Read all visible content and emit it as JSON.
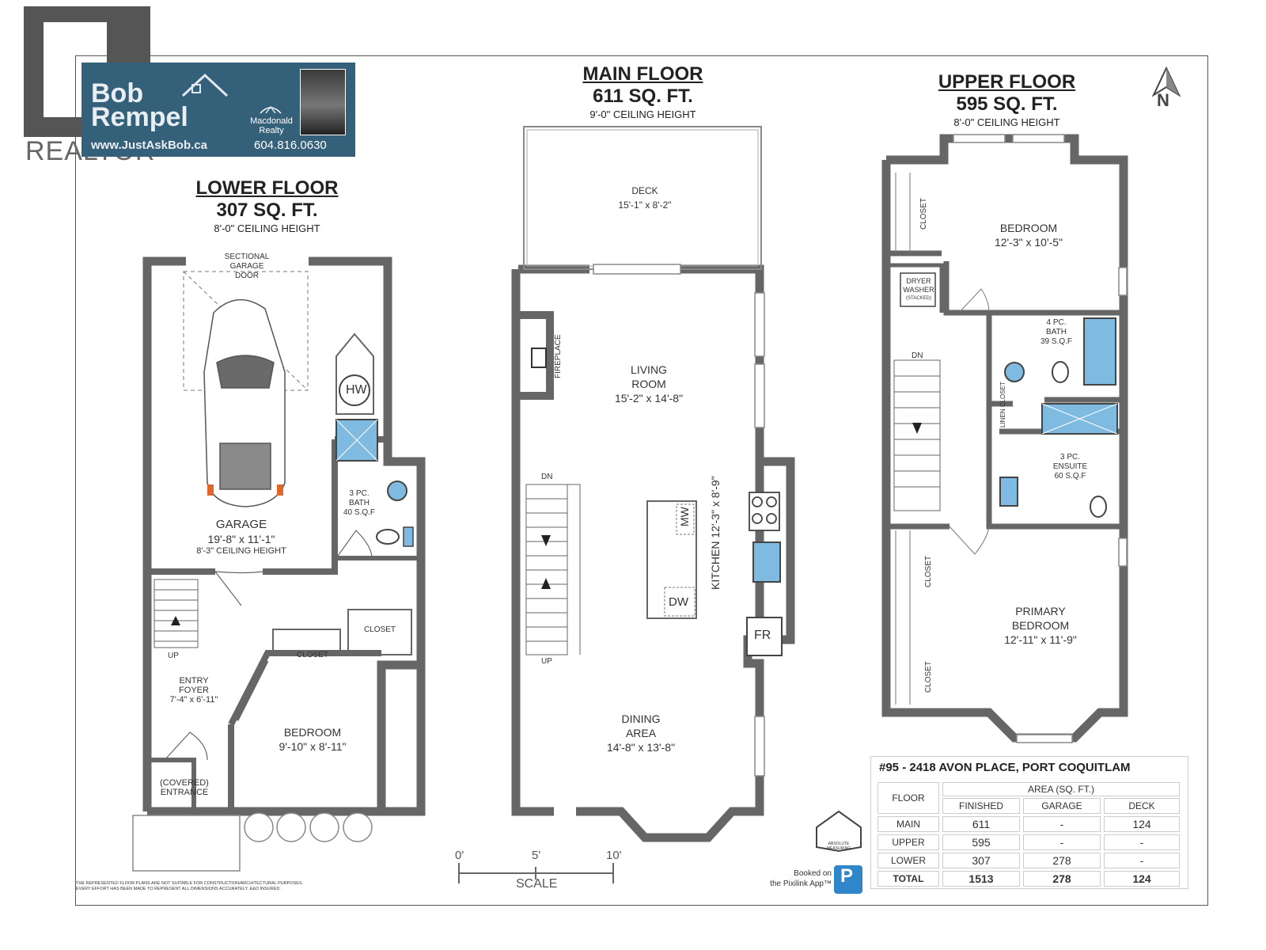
{
  "branding": {
    "realtor": "REALTOR",
    "agent_first": "Bob",
    "agent_last": "Rempel",
    "website": "www.JustAskBob.ca",
    "firm": "Macdonald Realty",
    "phone": "604.816.0630"
  },
  "floors": {
    "lower": {
      "title": "LOWER FLOOR",
      "area": "307 SQ. FT.",
      "ceiling": "8'-0\" CEILING HEIGHT"
    },
    "main": {
      "title": "MAIN FLOOR",
      "area": "611 SQ. FT.",
      "ceiling": "9'-0\" CEILING HEIGHT"
    },
    "upper": {
      "title": "UPPER FLOOR",
      "area": "595 SQ. FT.",
      "ceiling": "8'-0\" CEILING HEIGHT"
    }
  },
  "rooms": {
    "garage_door": "SECTIONAL GARAGE DOOR",
    "hw": "HW",
    "garage": {
      "name": "GARAGE",
      "dim": "19'-8\" x 11'-1\"",
      "ceiling": "8'-3\" CEILING HEIGHT"
    },
    "lower_bath": {
      "line1": "3 PC.",
      "line2": "BATH",
      "line3": "40 S.Q.F"
    },
    "lower_closet1": "CLOSET",
    "lower_closet2": "CLOSET",
    "lower_up": "UP",
    "entry": {
      "line1": "ENTRY",
      "line2": "FOYER",
      "dim": "7'-4\" x 6'-11\""
    },
    "lower_bedroom": {
      "name": "BEDROOM",
      "dim": "9'-10\" x 8'-11\""
    },
    "covered": {
      "line1": "(COVERED)",
      "line2": "ENTRANCE"
    },
    "deck": {
      "name": "DECK",
      "dim": "15'-1\" x 8'-2\""
    },
    "fireplace": "FIREPLACE",
    "living": {
      "line1": "LIVING",
      "line2": "ROOM",
      "dim": "15'-2\" x 14'-8\""
    },
    "main_dn": "DN",
    "main_up": "UP",
    "mw": "MW",
    "dw": "DW",
    "kitchen": "KITCHEN 12'-3\" x 8'-9\"",
    "fr": "FR",
    "dining": {
      "line1": "DINING",
      "line2": "AREA",
      "dim": "14'-8\" x 13'-8\""
    },
    "upper_closet1": "CLOSET",
    "upper_bedroom": {
      "name": "BEDROOM",
      "dim": "12'-3\" x 10'-5\""
    },
    "dryer": {
      "line1": "DRYER",
      "line2": "WASHER",
      "line3": "(STACKED)"
    },
    "bath4": {
      "line1": "4 PC.",
      "line2": "BATH",
      "line3": "39 S.Q.F"
    },
    "upper_dn": "DN",
    "linen": "LINEN CLOSET",
    "ensuite": {
      "line1": "3 PC.",
      "line2": "ENSUITE",
      "line3": "60 S.Q.F"
    },
    "upper_closet2": "CLOSET",
    "upper_closet3": "CLOSET",
    "primary": {
      "line1": "PRIMARY",
      "line2": "BEDROOM",
      "dim": "12'-11\" x 11'-9\""
    }
  },
  "north": "N",
  "scale": {
    "t0": "0'",
    "t5": "5'",
    "t10": "10'",
    "label": "SCALE"
  },
  "badge": {
    "absolute": "ABSOLUTE MEASURING",
    "booked1": "Booked on",
    "booked2": "the Pixilink App™",
    "p": "P"
  },
  "disclaimer": {
    "line1": "THE REPRESENTED FLOOR PLANS ARE NOT SUITABLE FOR CONSTRUCTION/ARCHITECTURAL PURPOSES.",
    "line2": "EVERY EFFORT HAS BEEN MADE TO REPRESENT ALL DIMENSIONS ACCURATELY. E&O INSURED."
  },
  "table": {
    "address": "#95 - 2418 AVON PLACE, PORT COQUITLAM",
    "floor_header": "FLOOR",
    "area_header": "AREA (SQ. FT.)",
    "columns": [
      "FINISHED",
      "GARAGE",
      "DECK"
    ],
    "rows": [
      {
        "floor": "MAIN",
        "finished": "611",
        "garage": "-",
        "deck": "124"
      },
      {
        "floor": "UPPER",
        "finished": "595",
        "garage": "-",
        "deck": "-"
      },
      {
        "floor": "LOWER",
        "finished": "307",
        "garage": "278",
        "deck": "-"
      },
      {
        "floor": "TOTAL",
        "finished": "1513",
        "garage": "278",
        "deck": "124"
      }
    ]
  }
}
